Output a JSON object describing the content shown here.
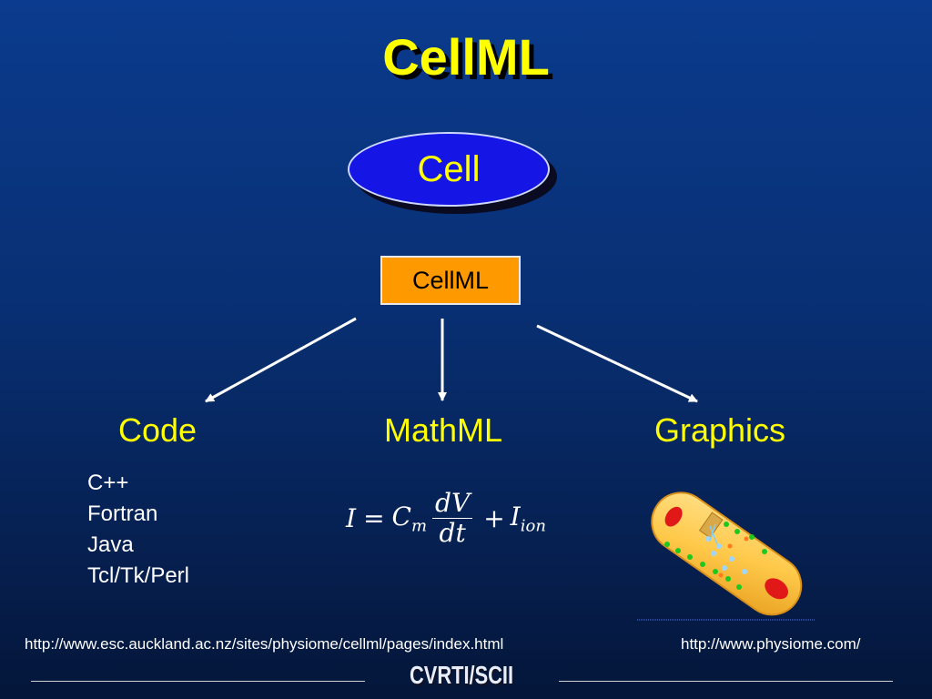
{
  "slide": {
    "title": "CellML",
    "top_node": "Cell",
    "center_node": "CellML",
    "branches": {
      "code": "Code",
      "mathml": "MathML",
      "graphics": "Graphics"
    },
    "languages": [
      "C++",
      "Fortran",
      "Java",
      "Tcl/Tk/Perl"
    ],
    "equation": {
      "lhs": "I",
      "equals": "=",
      "capacitance_base": "C",
      "capacitance_sub": "m",
      "numerator": "dV",
      "denominator": "dt",
      "plus": "+",
      "ion_base": "I",
      "ion_sub": "ion"
    },
    "urls": {
      "cellml": "http://www.esc.auckland.ac.nz/sites/physiome/cellml/pages/index.html",
      "physiome": "http://www.physiome.com/"
    },
    "logo_text": "CVRTI/SCII"
  },
  "colors": {
    "title": "#ffff00",
    "ellipse_fill": "#1515e6",
    "box_fill": "#ff9900",
    "background": "#082f72"
  }
}
